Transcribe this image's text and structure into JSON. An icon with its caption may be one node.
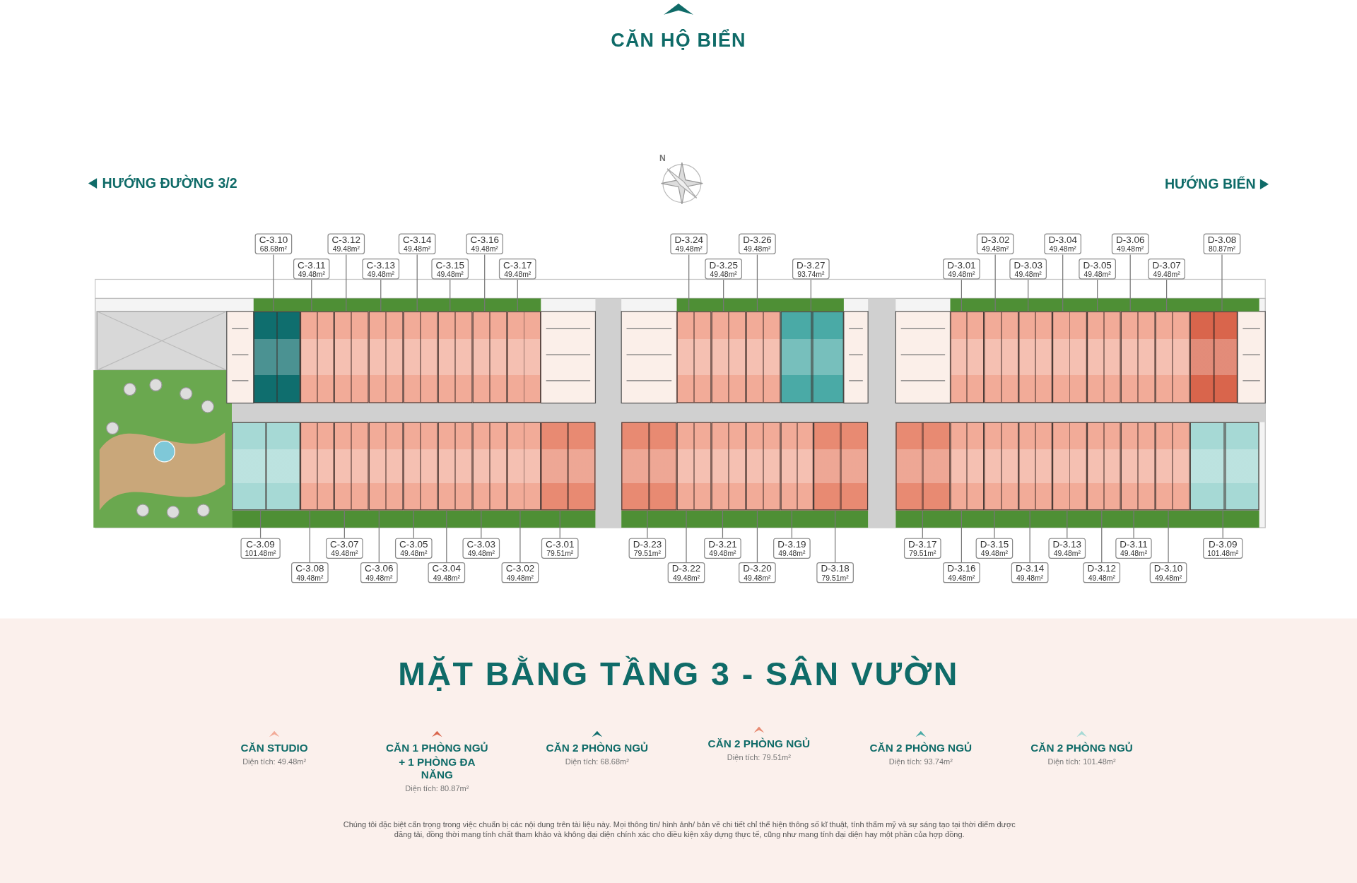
{
  "diagram": {
    "title": "CĂN HỘ BIỂN",
    "caption": "MẶT BẰNG TẦNG 3 - SÂN VƯỜN",
    "nodes": [
      {
        "text": [
          "C-3.10",
          "68.68m²"
        ]
      },
      {
        "text": [
          "C-3.12",
          "49.48m²"
        ]
      },
      {
        "text": [
          "C-3.14",
          "49.48m²"
        ]
      },
      {
        "text": [
          "C-3.16",
          "49.48m²"
        ]
      },
      {
        "text": [
          "D-3.24",
          "49.48m²"
        ]
      },
      {
        "text": [
          "D-3.26",
          "49.48m²"
        ]
      },
      {
        "text": [
          "D-3.02",
          "49.48m²"
        ]
      },
      {
        "text": [
          "D-3.04",
          "49.48m²"
        ]
      },
      {
        "text": [
          "D-3.06",
          "49.48m²"
        ]
      },
      {
        "text": [
          "D-3.08",
          "80.87m²"
        ]
      },
      {
        "text": [
          "C-3.11",
          "49.48m²"
        ]
      },
      {
        "text": [
          "C-3.13",
          "49.48m²"
        ]
      },
      {
        "text": [
          "C-3.15",
          "49.48m²"
        ]
      },
      {
        "text": [
          "C-3.17",
          "49.48m²"
        ]
      },
      {
        "text": [
          "D-3.25",
          "49.48m²"
        ]
      },
      {
        "text": [
          "D-3.27",
          "93.74m²"
        ]
      },
      {
        "text": [
          "D-3.01",
          "49.48m²"
        ]
      },
      {
        "text": [
          "D-3.03",
          "49.48m²"
        ]
      },
      {
        "text": [
          "D-3.05",
          "49.48m²"
        ]
      },
      {
        "text": [
          "D-3.07",
          "49.48m²"
        ]
      },
      {
        "text": [
          "C-3.09",
          "101.48m²"
        ]
      },
      {
        "text": [
          "C-3.07",
          "49.48m²"
        ]
      },
      {
        "text": [
          "C-3.05",
          "49.48m²"
        ]
      },
      {
        "text": [
          "C-3.03",
          "49.48m²"
        ]
      },
      {
        "text": [
          "C-3.01",
          "79.51m²"
        ]
      },
      {
        "text": [
          "D-3.23",
          "79.51m²"
        ]
      },
      {
        "text": [
          "D-3.21",
          "49.48m²"
        ]
      },
      {
        "text": [
          "D-3.19",
          "49.48m²"
        ]
      },
      {
        "text": [
          "D-3.17",
          "79.51m²"
        ]
      },
      {
        "text": [
          "D-3.15",
          "49.48m²"
        ]
      },
      {
        "text": [
          "D-3.13",
          "49.48m²"
        ]
      },
      {
        "text": [
          "D-3.11",
          "49.48m²"
        ]
      },
      {
        "text": [
          "D-3.09",
          "101.48m²"
        ]
      },
      {
        "text": [
          "C-3.08",
          "49.48m²"
        ]
      },
      {
        "text": [
          "C-3.06",
          "49.48m²"
        ]
      },
      {
        "text": [
          "C-3.04",
          "49.48m²"
        ]
      },
      {
        "text": [
          "C-3.02",
          "49.48m²"
        ]
      },
      {
        "text": [
          "D-3.22",
          "49.48m²"
        ]
      },
      {
        "text": [
          "D-3.20",
          "49.48m²"
        ]
      },
      {
        "text": [
          "D-3.18",
          "79.51m²"
        ]
      },
      {
        "text": [
          "D-3.16",
          "49.48m²"
        ]
      },
      {
        "text": [
          "D-3.14",
          "49.48m²"
        ]
      },
      {
        "text": [
          "D-3.12",
          "49.48m²"
        ]
      },
      {
        "text": [
          "D-3.10",
          "49.48m²"
        ]
      },
      {
        "text": [],
        "shape": "box"
      },
      {
        "text": [],
        "shape": "box"
      },
      {
        "text": [],
        "shape": "box"
      },
      {
        "text": [],
        "shape": "box"
      },
      {
        "text": [],
        "shape": "box"
      },
      {
        "text": [],
        "shape": "box"
      },
      {
        "text": [],
        "shape": "box"
      },
      {
        "text": [],
        "shape": "box"
      },
      {
        "text": [],
        "shape": "box"
      },
      {
        "text": [],
        "shape": "box"
      },
      {
        "text": [],
        "shape": "box"
      },
      {
        "text": [],
        "shape": "box"
      },
      {
        "text": [],
        "shape": "box"
      },
      {
        "text": [],
        "shape": "box"
      },
      {
        "text": [],
        "shape": "box"
      },
      {
        "text": [],
        "shape": "box"
      },
      {
        "text": [],
        "shape": "box"
      },
      {
        "text": [],
        "shape": "box"
      },
      {
        "text": [],
        "shape": "box"
      },
      {
        "text": [],
        "shape": "box"
      },
      {
        "text": [],
        "shape": "box"
      },
      {
        "text": [],
        "shape": "box"
      },
      {
        "text": [],
        "shape": "box"
      },
      {
        "text": [],
        "shape": "box"
      },
      {
        "text": [],
        "shape": "box"
      },
      {
        "text": [],
        "shape": "box"
      },
      {
        "text": [],
        "shape": "box"
      },
      {
        "text": [],
        "shape": "box"
      },
      {
        "text": [],
        "shape": "box"
      },
      {
        "text": [],
        "shape": "box"
      },
      {
        "text": [],
        "shape": "box"
      },
      {
        "text": [],
        "shape": "box"
      },
      {
        "text": [],
        "shape": "box"
      },
      {
        "text": [],
        "shape": "box"
      },
      {
        "text": [],
        "shape": "box"
      },
      {
        "text": [],
        "shape": "box"
      },
      {
        "text": [],
        "shape": "box"
      },
      {
        "text": [],
        "shape": "box"
      },
      {
        "text": [],
        "shape": "box"
      },
      {
        "text": [],
        "shape": "box"
      },
      {
        "text": [],
        "shape": "box"
      },
      {
        "text": [],
        "shape": "box"
      },
      {
        "text": [],
        "shape": "box"
      },
      {
        "text": [],
        "shape": "box"
      }
    ],
    "edges": [
      {
        "from": 0,
        "to": 44,
        "arrow": "none"
      },
      {
        "from": 1,
        "to": 46,
        "arrow": "none"
      },
      {
        "from": 2,
        "to": 48,
        "arrow": "none"
      },
      {
        "from": 3,
        "to": 50,
        "arrow": "none"
      },
      {
        "from": 4,
        "to": 52,
        "arrow": "none"
      },
      {
        "from": 5,
        "to": 54,
        "arrow": "none"
      },
      {
        "from": 6,
        "to": 57,
        "arrow": "none"
      },
      {
        "from": 7,
        "to": 59,
        "arrow": "none"
      },
      {
        "from": 8,
        "to": 61,
        "arrow": "none"
      },
      {
        "from": 9,
        "to": 63,
        "arrow": "none"
      },
      {
        "from": 10,
        "to": 45,
        "arrow": "none"
      },
      {
        "from": 11,
        "to": 47,
        "arrow": "none"
      },
      {
        "from": 12,
        "to": 49,
        "arrow": "none"
      },
      {
        "from": 13,
        "to": 51,
        "arrow": "none"
      },
      {
        "from": 14,
        "to": 53,
        "arrow": "none"
      },
      {
        "from": 15,
        "to": 55,
        "arrow": "none"
      },
      {
        "from": 16,
        "to": 56,
        "arrow": "none"
      },
      {
        "from": 17,
        "to": 58,
        "arrow": "none"
      },
      {
        "from": 18,
        "to": 60,
        "arrow": "none"
      },
      {
        "from": 19,
        "to": 62,
        "arrow": "none"
      },
      {
        "from": 20,
        "to": 64,
        "arrow": "none"
      },
      {
        "from": 21,
        "to": 66,
        "arrow": "none"
      },
      {
        "from": 22,
        "to": 68,
        "arrow": "none"
      },
      {
        "from": 23,
        "to": 70,
        "arrow": "none"
      },
      {
        "from": 24,
        "to": 72,
        "arrow": "none"
      },
      {
        "from": 25,
        "to": 73,
        "arrow": "none"
      },
      {
        "from": 26,
        "to": 75,
        "arrow": "none"
      },
      {
        "from": 27,
        "to": 77,
        "arrow": "none"
      },
      {
        "from": 28,
        "to": 79,
        "arrow": "none"
      },
      {
        "from": 29,
        "to": 81,
        "arrow": "none"
      },
      {
        "from": 30,
        "to": 83,
        "arrow": "none"
      },
      {
        "from": 31,
        "to": 85,
        "arrow": "none"
      },
      {
        "from": 32,
        "to": 87,
        "arrow": "none"
      },
      {
        "from": 33,
        "to": 65,
        "arrow": "none"
      },
      {
        "from": 34,
        "to": 67,
        "arrow": "none"
      },
      {
        "from": 35,
        "to": 69,
        "arrow": "none"
      },
      {
        "from": 36,
        "to": 71,
        "arrow": "none"
      },
      {
        "from": 37,
        "to": 74,
        "arrow": "none"
      },
      {
        "from": 38,
        "to": 76,
        "arrow": "none"
      },
      {
        "from": 39,
        "to": 78,
        "arrow": "none"
      },
      {
        "from": 40,
        "to": 80,
        "arrow": "none"
      },
      {
        "from": 41,
        "to": 82,
        "arrow": "none"
      },
      {
        "from": 42,
        "to": 84,
        "arrow": "none"
      },
      {
        "from": 43,
        "to": 86,
        "arrow": "none"
      }
    ],
    "labels": [
      "HƯỚNG ĐƯỜNG 3/2",
      "N",
      "HƯỚNG BIỂN",
      "Diện tích: 49.48m²",
      "Diện tích: 80.87m²",
      "Diện tích: 68.68m²",
      "Diện tích: 79.51m²",
      "Diện tích: 93.74m²",
      "Diện tích: 101.48m²",
      "Chúng tôi đặc biệt cẩn trọng trong việc chuẩn bị các nội dung trên tài liệu này. Mọi thông tin/ hình ảnh/ bản vẽ chi tiết chỉ thể hiện thông số kĩ thuật, tính thẩm mỹ và sự sáng tạo tại thời điểm được đăng tải, đồng thời mang tính chất tham khảo và không đại diện chính xác cho điều kiện xây dựng thực tế, cũng như mang tính đại diện hay một phần của hợp đồng."
    ],
    "legend": [
      {
        "text": "CĂN STUDIO",
        "color": "#f2ab98"
      },
      {
        "text": "CĂN 1 PHÒNG NGỦ + 1 PHÒNG ĐA NĂNG",
        "color": "#d9654c"
      },
      {
        "text": "CĂN 2 PHÒNG NGỦ",
        "color": "#0f6e6e"
      },
      {
        "text": "CĂN 2 PHÒNG NGỦ",
        "color": "#e88a72"
      },
      {
        "text": "CĂN 2 PHÒNG NGỦ",
        "color": "#4aaaa6"
      },
      {
        "text": "CĂN 2 PHÒNG NGỦ",
        "color": "#a6d9d5"
      }
    ]
  }
}
